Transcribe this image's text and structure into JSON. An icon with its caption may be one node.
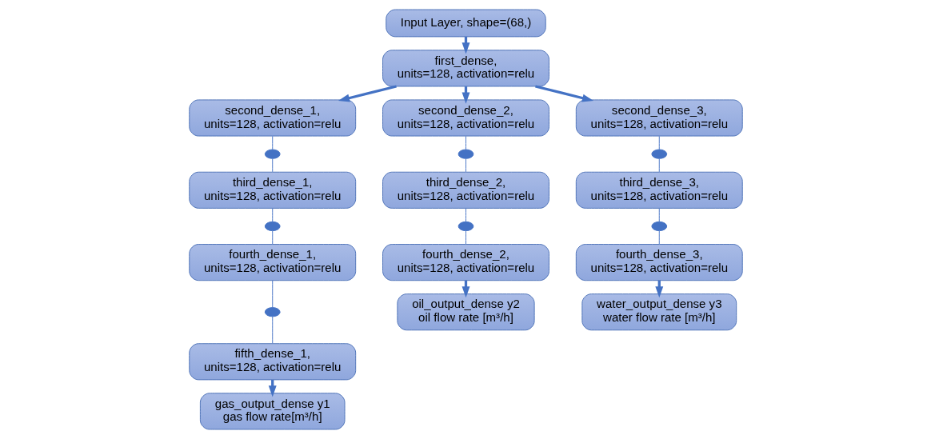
{
  "diagram": {
    "nodes": [
      {
        "text": [
          "Input Layer, shape=(68,)"
        ]
      },
      {
        "text": [
          "first_dense, units=128, activation=relu"
        ]
      },
      {
        "text": [
          "second_dense_1, units=128, activation=relu"
        ]
      },
      {
        "text": [],
        "shape": "circle"
      },
      {
        "text": [
          "third_dense_1, units=128, activation=relu"
        ]
      },
      {
        "text": [],
        "shape": "circle"
      },
      {
        "text": [
          "fourth_dense_1, units=128, activation=relu"
        ]
      },
      {
        "text": [],
        "shape": "circle"
      },
      {
        "text": [
          "fifth_dense_1, units=128, activation=relu"
        ]
      },
      {
        "text": [
          "gas_output_dense y1",
          "gas flow rate[m³/h]"
        ]
      },
      {
        "text": [
          "second_dense_2, units=128, activation=relu"
        ]
      },
      {
        "text": [],
        "shape": "circle"
      },
      {
        "text": [
          "third_dense_2, units=128, activation=relu"
        ]
      },
      {
        "text": [],
        "shape": "circle"
      },
      {
        "text": [
          "fourth_dense_2, units=128, activation=relu"
        ]
      },
      {
        "text": [
          "oil_output_dense y2",
          "oil flow rate [m³/h]"
        ]
      },
      {
        "text": [
          "second_dense_3, units=128, activation=relu"
        ]
      },
      {
        "text": [],
        "shape": "circle"
      },
      {
        "text": [
          "third_dense_3, units=128, activation=relu"
        ]
      },
      {
        "text": [],
        "shape": "circle"
      },
      {
        "text": [
          "fourth_dense_3, units=128, activation=relu"
        ]
      },
      {
        "text": [
          "water_output_dense y3",
          "water flow rate [m³/h]"
        ]
      }
    ],
    "edges": [
      {
        "from": 0,
        "to": 1,
        "arrow": "to",
        "style": "thick"
      },
      {
        "from": 1,
        "to": 2,
        "arrow": "to",
        "style": "thick"
      },
      {
        "from": 1,
        "to": 10,
        "arrow": "to",
        "style": "thick"
      },
      {
        "from": 1,
        "to": 16,
        "arrow": "to",
        "style": "thick"
      },
      {
        "from": 2,
        "to": 3,
        "arrow": "none"
      },
      {
        "from": 3,
        "to": 4,
        "arrow": "none"
      },
      {
        "from": 4,
        "to": 5,
        "arrow": "none"
      },
      {
        "from": 5,
        "to": 6,
        "arrow": "none"
      },
      {
        "from": 6,
        "to": 7,
        "arrow": "none"
      },
      {
        "from": 7,
        "to": 8,
        "arrow": "none"
      },
      {
        "from": 8,
        "to": 9,
        "arrow": "to",
        "style": "thick"
      },
      {
        "from": 10,
        "to": 11,
        "arrow": "none"
      },
      {
        "from": 11,
        "to": 12,
        "arrow": "none"
      },
      {
        "from": 12,
        "to": 13,
        "arrow": "none"
      },
      {
        "from": 13,
        "to": 14,
        "arrow": "none"
      },
      {
        "from": 14,
        "to": 15,
        "arrow": "to",
        "style": "thick"
      },
      {
        "from": 16,
        "to": 17,
        "arrow": "none"
      },
      {
        "from": 17,
        "to": 18,
        "arrow": "none"
      },
      {
        "from": 18,
        "to": 19,
        "arrow": "none"
      },
      {
        "from": 19,
        "to": 20,
        "arrow": "none"
      },
      {
        "from": 20,
        "to": 21,
        "arrow": "to",
        "style": "thick"
      }
    ]
  }
}
